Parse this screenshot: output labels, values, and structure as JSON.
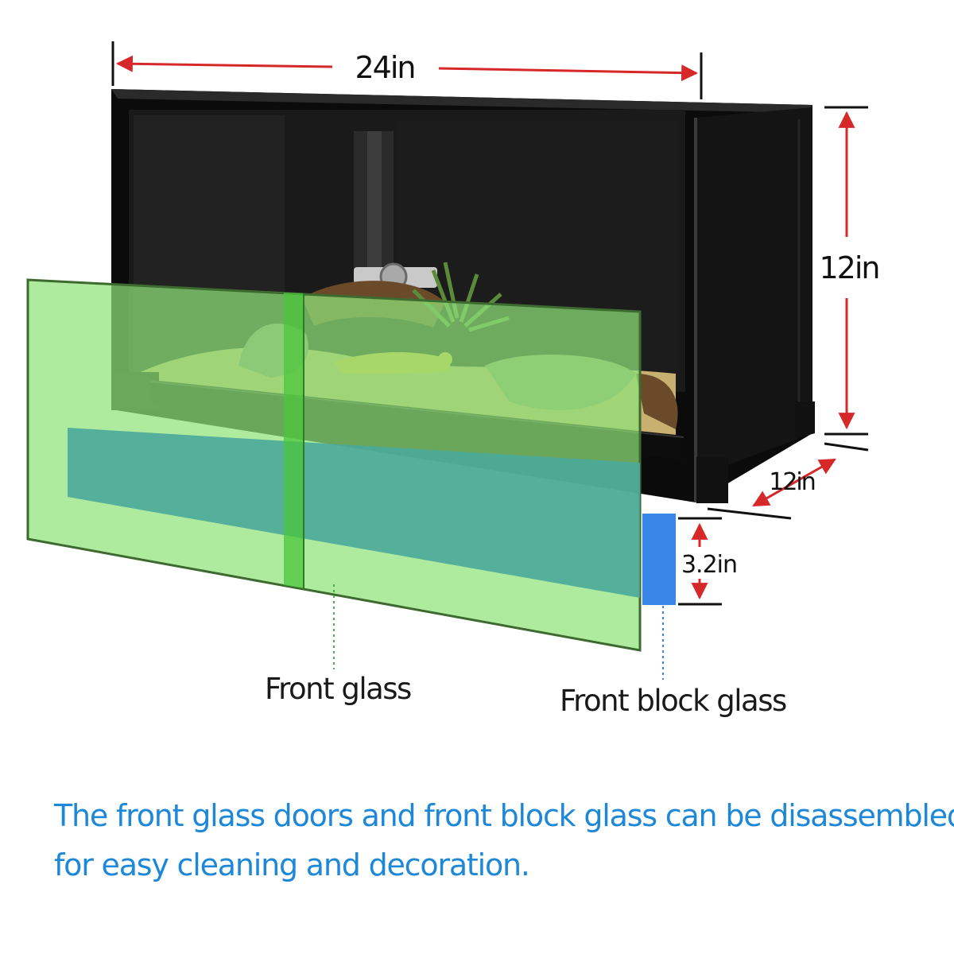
{
  "dimensions": {
    "width": "24in",
    "height": "12in",
    "depth": "12in",
    "block_glass_height": "3.2in"
  },
  "callouts": {
    "front_glass": "Front glass",
    "front_block_glass": "Front block glass"
  },
  "caption": {
    "line1": "The front glass doors and front block glass can be disassembled",
    "line2": "for easy cleaning and decoration."
  },
  "colors": {
    "dimension_arrow": "#d62828",
    "front_glass": "#8fe37a",
    "front_block_glass": "#3a86e6",
    "block_band": "#4aa89a",
    "caption_text": "#1e88d8",
    "enclosure_frame": "#111111"
  }
}
